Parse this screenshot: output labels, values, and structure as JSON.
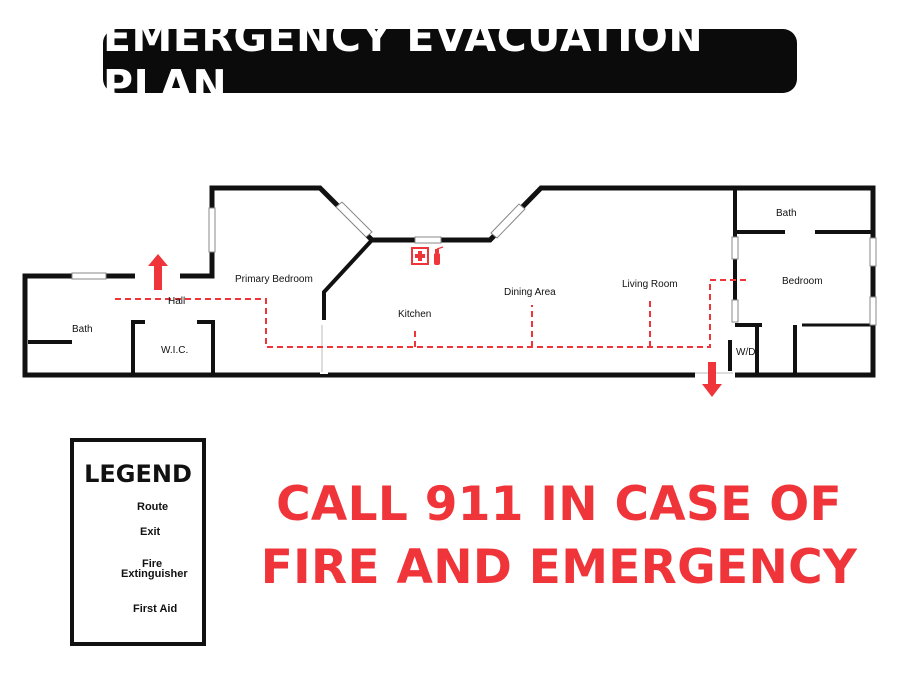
{
  "title": "EMERGENCY EVACUATION PLAN",
  "rooms": {
    "bath_left": "Bath",
    "hall": "Hall",
    "wic": "W.I.C.",
    "primary_bedroom": "Primary Bedroom",
    "kitchen": "Kitchen",
    "dining_area": "Dining Area",
    "living_room": "Living Room",
    "bath_right": "Bath",
    "bedroom": "Bedroom",
    "wd": "W/D"
  },
  "legend": {
    "title": "LEGEND",
    "route": "Route",
    "exit": "Exit",
    "fire_extinguisher_line1": "Fire",
    "fire_extinguisher_line2": "Extinguisher",
    "first_aid": "First Aid"
  },
  "callout": {
    "line1": "CALL 911 IN CASE OF",
    "line2": "FIRE AND EMERGENCY"
  },
  "colors": {
    "route": "#f0353a",
    "walls": "#111111",
    "banner": "#0b0b0b"
  }
}
